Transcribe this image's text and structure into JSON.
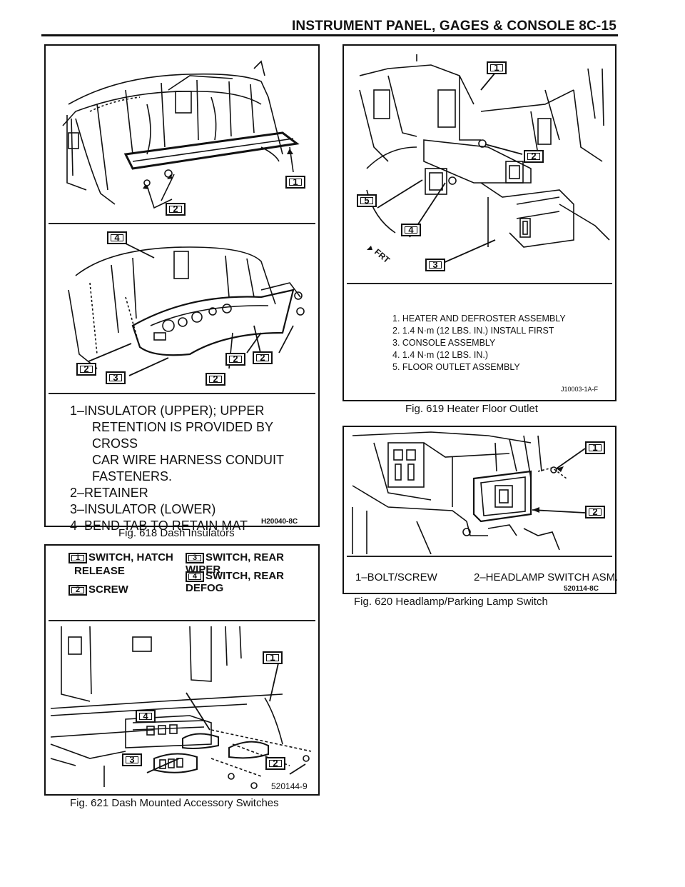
{
  "header": {
    "title": "INSTRUMENT PANEL, GAGES & CONSOLE 8C-15"
  },
  "fig618": {
    "callouts_top": [
      "1",
      "2"
    ],
    "callouts_bottom": [
      "4",
      "2",
      "3",
      "2",
      "2",
      "2"
    ],
    "legend": [
      "1–INSULATOR (UPPER); UPPER",
      "RETENTION IS PROVIDED BY CROSS",
      "CAR WIRE HARNESS CONDUIT",
      "FASTENERS.",
      "2–RETAINER",
      "3–INSULATOR (LOWER)",
      "4–BEND TAB TO RETAIN MAT"
    ],
    "code": "H20040-8C",
    "caption": "Fig. 618 Dash Insulators"
  },
  "fig619": {
    "callouts": [
      "1",
      "2",
      "5",
      "4",
      "3"
    ],
    "frt_label": "FRT",
    "list": [
      "1.  HEATER AND DEFROSTER ASSEMBLY",
      "2.  1.4 N·m (12 LBS. IN.) INSTALL FIRST",
      "3.  CONSOLE ASSEMBLY",
      "4.  1.4 N·m (12 LBS. IN.)",
      "5.  FLOOR OUTLET ASSEMBLY"
    ],
    "code": "J10003-1A-F",
    "caption": "Fig. 619 Heater Floor Outlet"
  },
  "fig620": {
    "callouts": [
      "1",
      "2"
    ],
    "legend_left": "1–BOLT/SCREW",
    "legend_right": "2–HEADLAMP SWITCH ASM.",
    "code": "520114-8C",
    "caption": "Fig. 620 Headlamp/Parking Lamp Switch"
  },
  "fig621": {
    "legend": {
      "item1_num": "1",
      "item1": "SWITCH, HATCH",
      "item1b": "RELEASE",
      "item2_num": "2",
      "item2": "SCREW",
      "item3_num": "3",
      "item3": "SWITCH, REAR WIPER",
      "item4_num": "4",
      "item4": "SWITCH, REAR DEFOG"
    },
    "callouts": [
      "1",
      "4",
      "3",
      "2"
    ],
    "code": "520144-9",
    "caption": "Fig. 621 Dash Mounted Accessory Switches"
  }
}
